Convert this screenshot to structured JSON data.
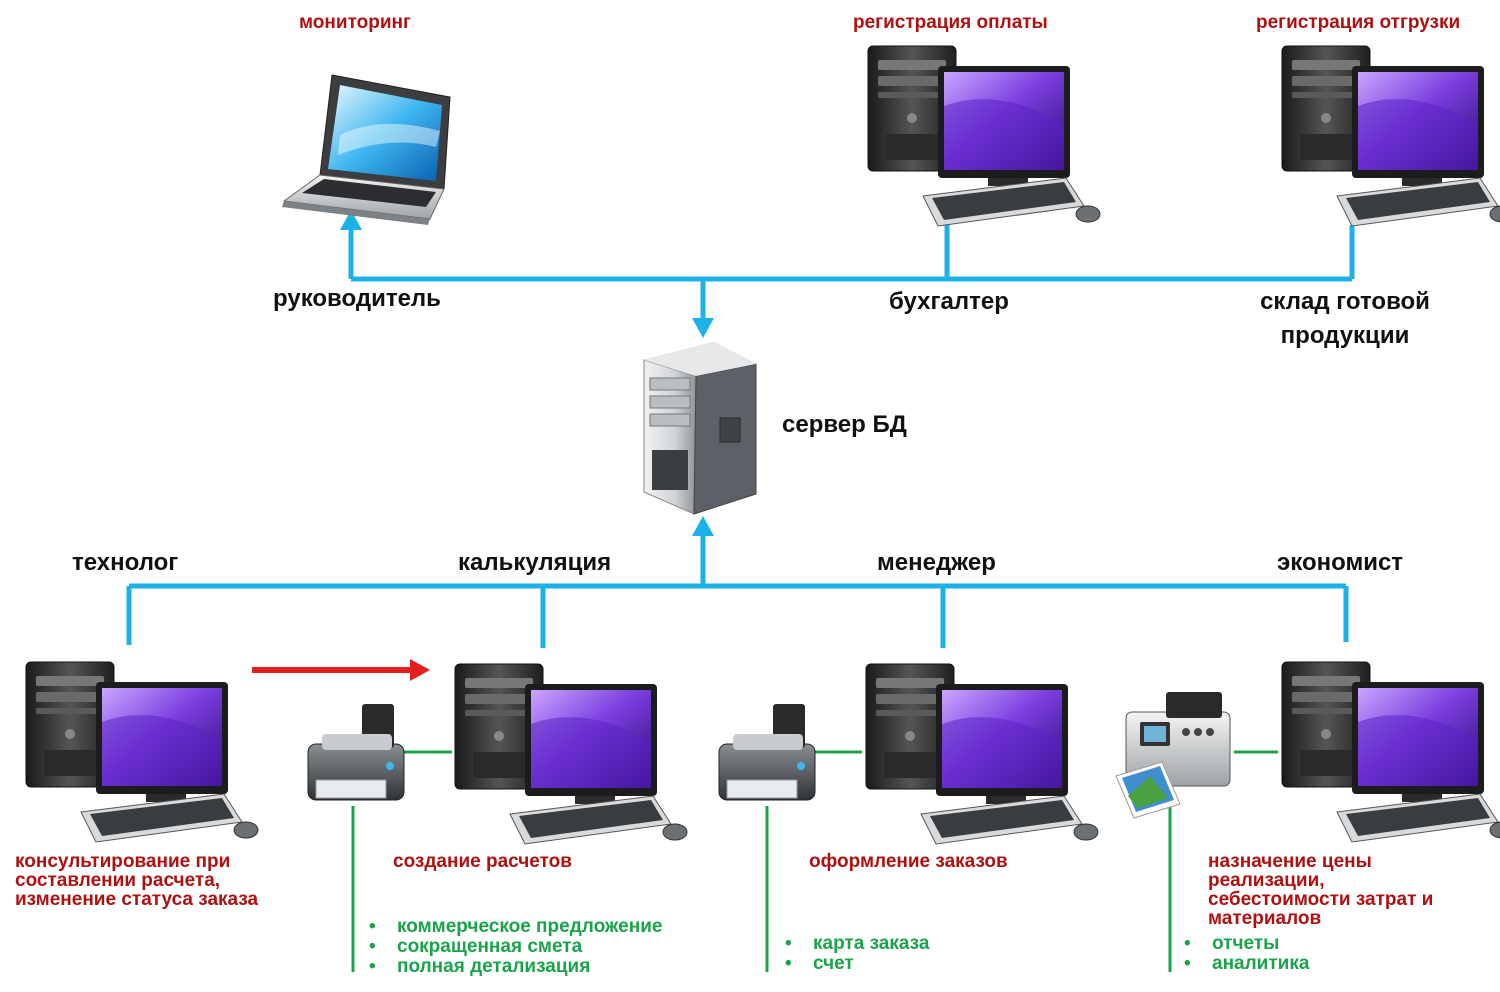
{
  "colors": {
    "network": "#1cb2e8",
    "peripheral_link": "#1aa44a",
    "flow_arrow": "#e41f1f",
    "task_text": "#b01010",
    "output_text": "#1aa44a",
    "role_text": "#111111"
  },
  "server": {
    "label": "сервер БД",
    "icon": "tower-server-icon"
  },
  "top": {
    "manager": {
      "task": "мониторинг",
      "role": "руководитель",
      "icon": "laptop-icon"
    },
    "accountant": {
      "task": "регистрация оплаты",
      "role": "бухгалтер",
      "icon": "desktop-computer-icon"
    },
    "warehouse": {
      "task": "регистрация отгрузки",
      "role_line1": "склад готовой",
      "role_line2": "продукции",
      "icon": "desktop-computer-icon"
    }
  },
  "bottom": {
    "technologist": {
      "role": "технолог",
      "task_lines": [
        "консультирование при",
        "составлении расчета,",
        "изменение статуса заказа"
      ],
      "icon": "desktop-computer-icon"
    },
    "calculation": {
      "role": "калькуляция",
      "task": "создание расчетов",
      "outputs": [
        "коммерческое предложение",
        "сокращенная смета",
        "полная детализация"
      ],
      "icon": "desktop-computer-icon",
      "peripheral": "printer-icon"
    },
    "sales_manager": {
      "role": "менеджер",
      "task": "оформление заказов",
      "outputs": [
        "карта заказа",
        "счет"
      ],
      "icon": "desktop-computer-icon",
      "peripheral": "printer-icon"
    },
    "economist": {
      "role": "экономист",
      "task_lines": [
        "назначение цены",
        "реализации,",
        "себестоимости затрат и",
        "материалов"
      ],
      "outputs": [
        "отчеты",
        "аналитика"
      ],
      "icon": "desktop-computer-icon",
      "peripheral": "photo-printer-icon"
    }
  }
}
